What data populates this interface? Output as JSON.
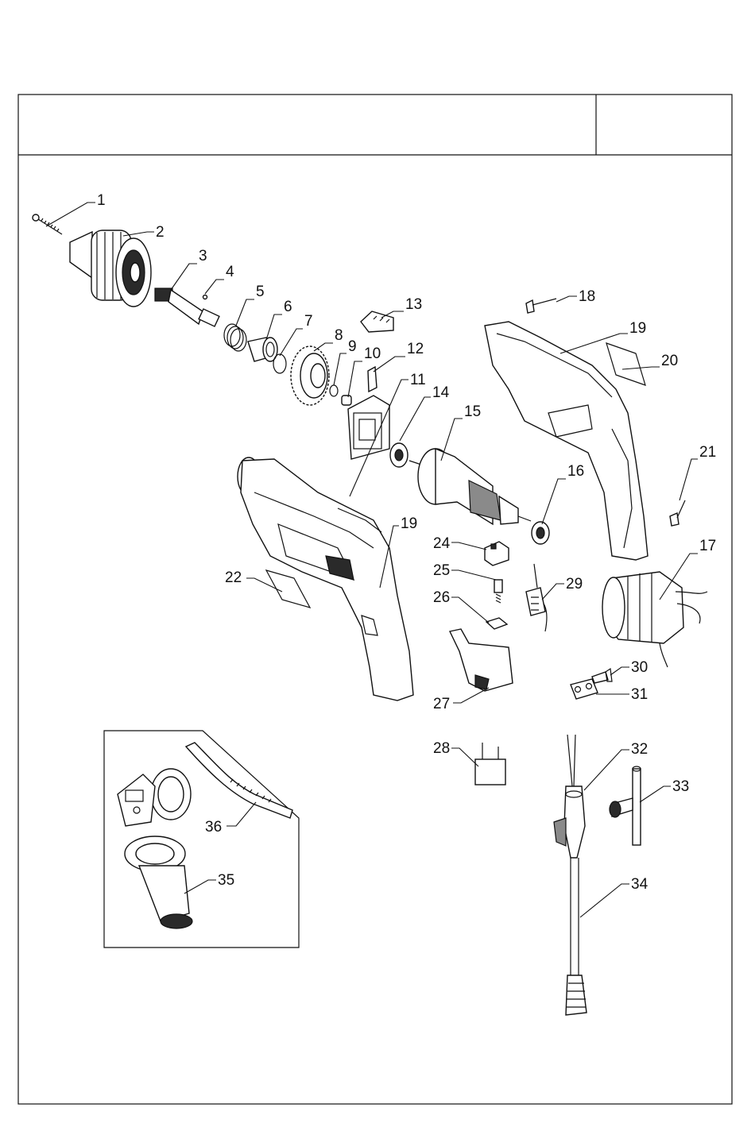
{
  "header": {
    "title_cell": "",
    "code_cell": ""
  },
  "callouts": [
    {
      "id": "1",
      "label": "1"
    },
    {
      "id": "2",
      "label": "2"
    },
    {
      "id": "3",
      "label": "3"
    },
    {
      "id": "4",
      "label": "4"
    },
    {
      "id": "5",
      "label": "5"
    },
    {
      "id": "6",
      "label": "6"
    },
    {
      "id": "7",
      "label": "7"
    },
    {
      "id": "8",
      "label": "8"
    },
    {
      "id": "9",
      "label": "9"
    },
    {
      "id": "10",
      "label": "10"
    },
    {
      "id": "11",
      "label": "11"
    },
    {
      "id": "12",
      "label": "12"
    },
    {
      "id": "13",
      "label": "13"
    },
    {
      "id": "14",
      "label": "14"
    },
    {
      "id": "15",
      "label": "15"
    },
    {
      "id": "16",
      "label": "16"
    },
    {
      "id": "17",
      "label": "17"
    },
    {
      "id": "18",
      "label": "18"
    },
    {
      "id": "19",
      "label": "19"
    },
    {
      "id": "19b",
      "label": "19"
    },
    {
      "id": "20",
      "label": "20"
    },
    {
      "id": "21",
      "label": "21"
    },
    {
      "id": "22",
      "label": "22"
    },
    {
      "id": "24",
      "label": "24"
    },
    {
      "id": "25",
      "label": "25"
    },
    {
      "id": "26",
      "label": "26"
    },
    {
      "id": "27",
      "label": "27"
    },
    {
      "id": "28",
      "label": "28"
    },
    {
      "id": "29",
      "label": "29"
    },
    {
      "id": "30",
      "label": "30"
    },
    {
      "id": "31",
      "label": "31"
    },
    {
      "id": "32",
      "label": "32"
    },
    {
      "id": "33",
      "label": "33"
    },
    {
      "id": "34",
      "label": "34"
    },
    {
      "id": "35",
      "label": "35"
    },
    {
      "id": "36",
      "label": "36"
    }
  ]
}
